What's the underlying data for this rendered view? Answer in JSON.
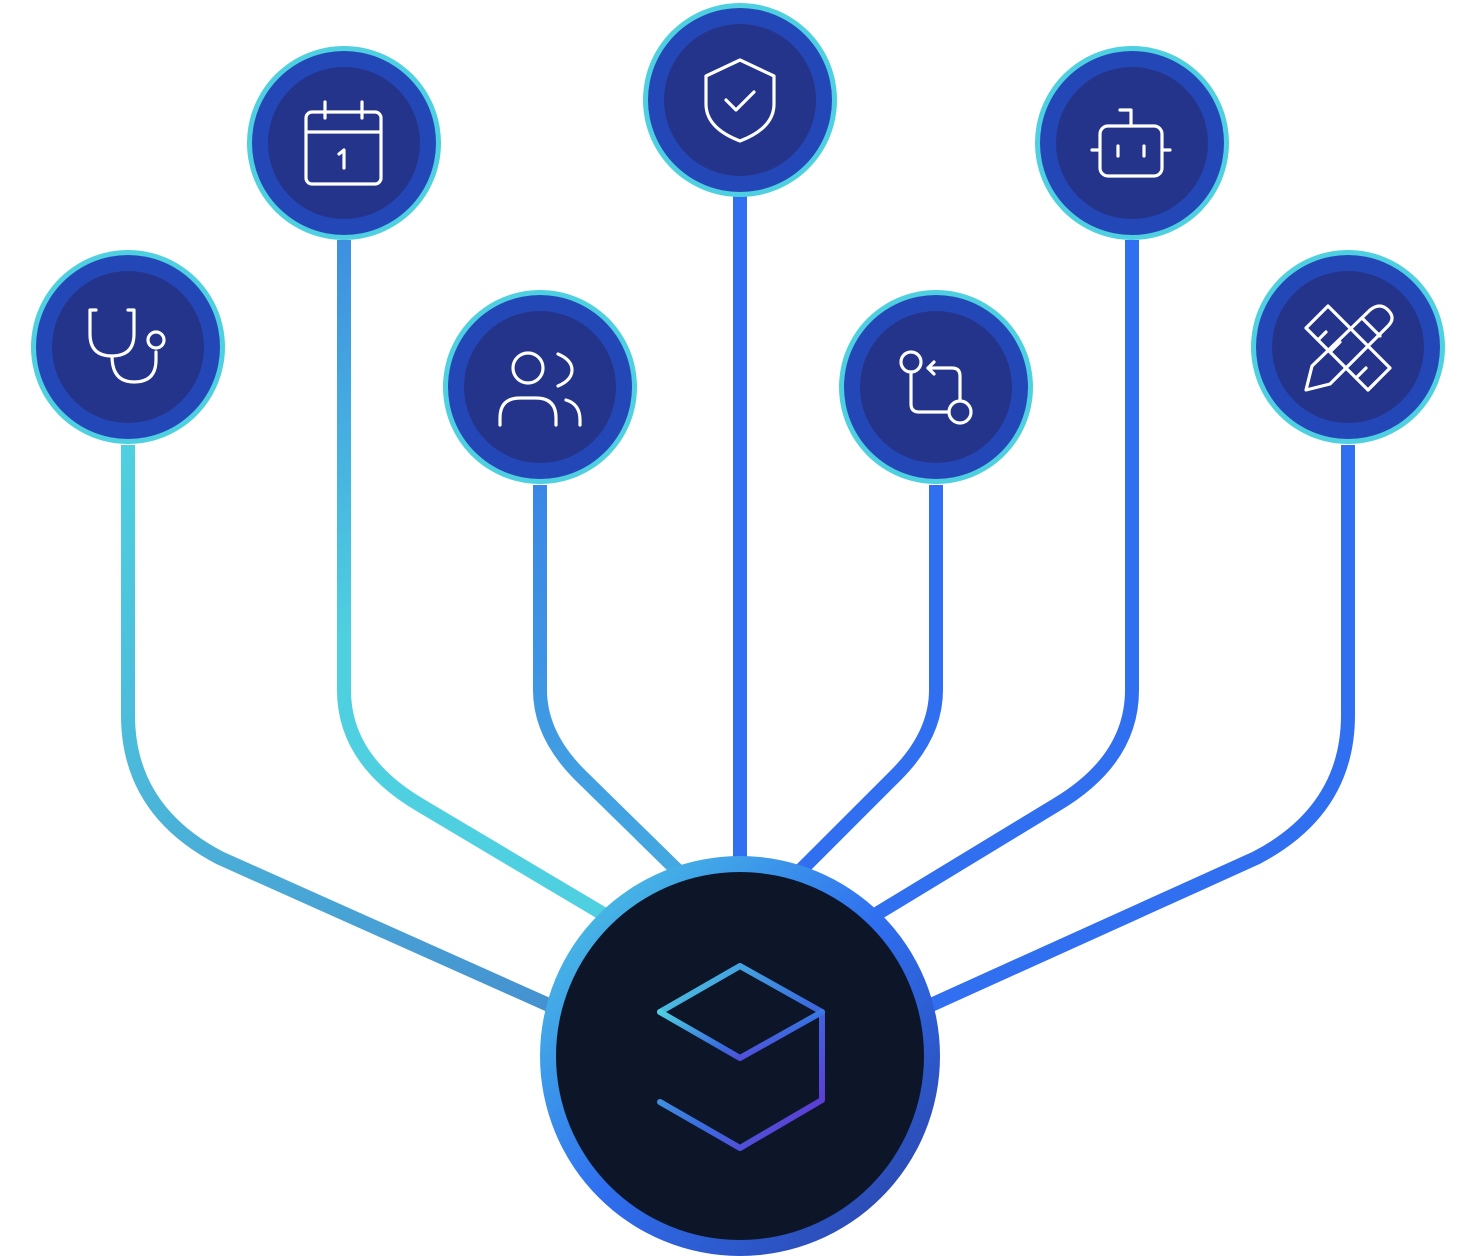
{
  "diagram": {
    "hub": {
      "icon": "cube-icon",
      "fill_color": "#0c1628",
      "ring_colors": [
        "#4fd0e0",
        "#2f6ff0",
        "#2a4ab0"
      ]
    },
    "nodes": [
      {
        "id": "health",
        "icon": "stethoscope-icon"
      },
      {
        "id": "scheduling",
        "icon": "calendar-icon"
      },
      {
        "id": "team",
        "icon": "users-icon"
      },
      {
        "id": "security",
        "icon": "shield-check-icon"
      },
      {
        "id": "workflow",
        "icon": "git-pull-request-icon"
      },
      {
        "id": "automation",
        "icon": "robot-icon"
      },
      {
        "id": "design",
        "icon": "pencil-ruler-icon"
      }
    ],
    "colors": {
      "node_outer": "#2447b8",
      "node_inner": "#24348a",
      "node_ring": "#4fd0e0",
      "icon_stroke": "#ffffff",
      "connector_cyan": "#4fd0e0",
      "connector_blue": "#2f6ff0"
    }
  }
}
